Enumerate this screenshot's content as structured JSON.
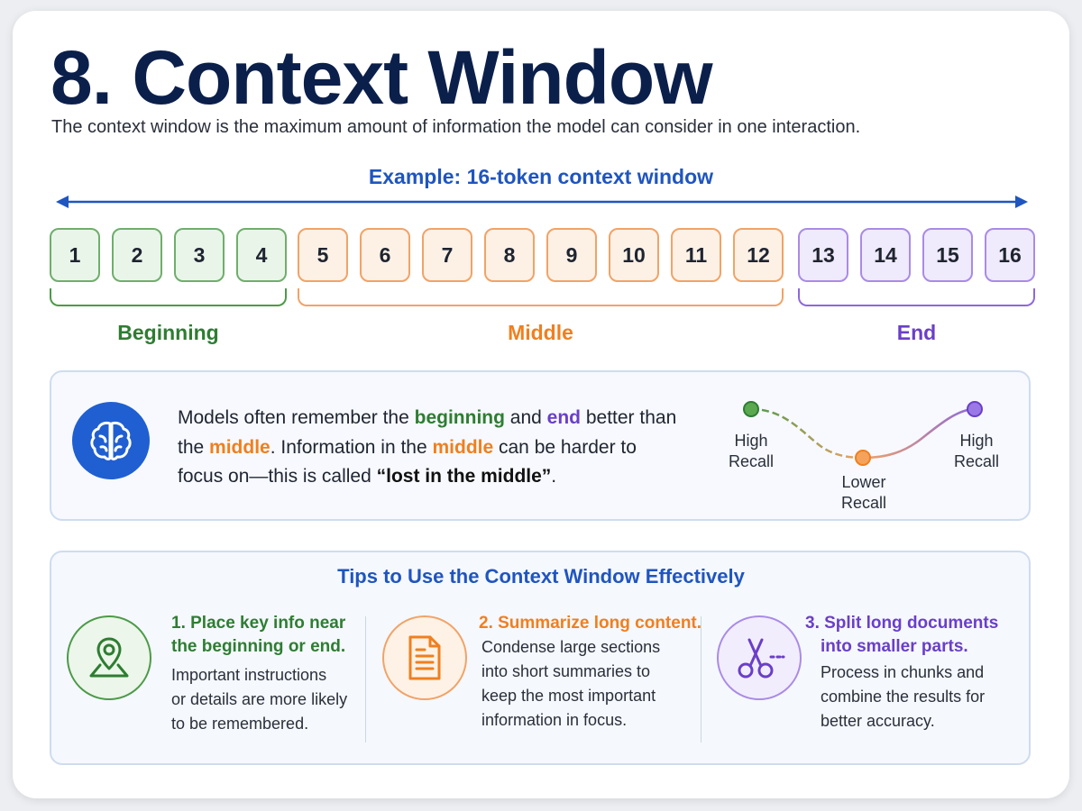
{
  "title": "8. Context Window",
  "subtitle": "The context window is the maximum amount of information the model can consider in one interaction.",
  "example_label": "Example: 16-token context window",
  "tokens": [
    "1",
    "2",
    "3",
    "4",
    "5",
    "6",
    "7",
    "8",
    "9",
    "10",
    "11",
    "12",
    "13",
    "14",
    "15",
    "16"
  ],
  "segments": {
    "beginning": "Beginning",
    "middle": "Middle",
    "end": "End"
  },
  "recall_panel": {
    "icon": "brain-icon",
    "text_parts": {
      "p1": "Models often remember the ",
      "kw_beginning": "beginning",
      "p2": " and ",
      "kw_end": "end",
      "p3": " better than the ",
      "kw_middle1": "middle",
      "p4": ". Information in the ",
      "kw_middle2": "middle",
      "p5": " can be harder to focus on—this is called ",
      "kw_lost": "“lost in the middle”",
      "p6": "."
    },
    "curve_labels": {
      "high_left_1": "High",
      "high_left_2": "Recall",
      "low_1": "Lower",
      "low_2": "Recall",
      "high_right_1": "High",
      "high_right_2": "Recall"
    }
  },
  "tips": {
    "title": "Tips to Use the Context Window Effectively",
    "items": [
      {
        "icon": "map-pin-icon",
        "head_1": "1. Place key info near",
        "head_2": "the beginning or end.",
        "body_1": "Important instructions",
        "body_2": "or details are more likely",
        "body_3": "to be remembered."
      },
      {
        "icon": "document-icon",
        "head_1": "2. Summarize long content.",
        "body_1": "Condense large sections",
        "body_2": "into short summaries to",
        "body_3": "keep the most important",
        "body_4": "information in focus."
      },
      {
        "icon": "scissors-icon",
        "head_1": "3. Split long documents",
        "head_2": "into smaller parts.",
        "body_1": "Process in chunks and",
        "body_2": "combine the results for",
        "body_3": "better accuracy."
      }
    ]
  },
  "colors": {
    "navy": "#0b1f4b",
    "blue": "#1f55c0",
    "green": "#2e7d32",
    "orange": "#f07f1f",
    "purple": "#6a3fc8"
  }
}
